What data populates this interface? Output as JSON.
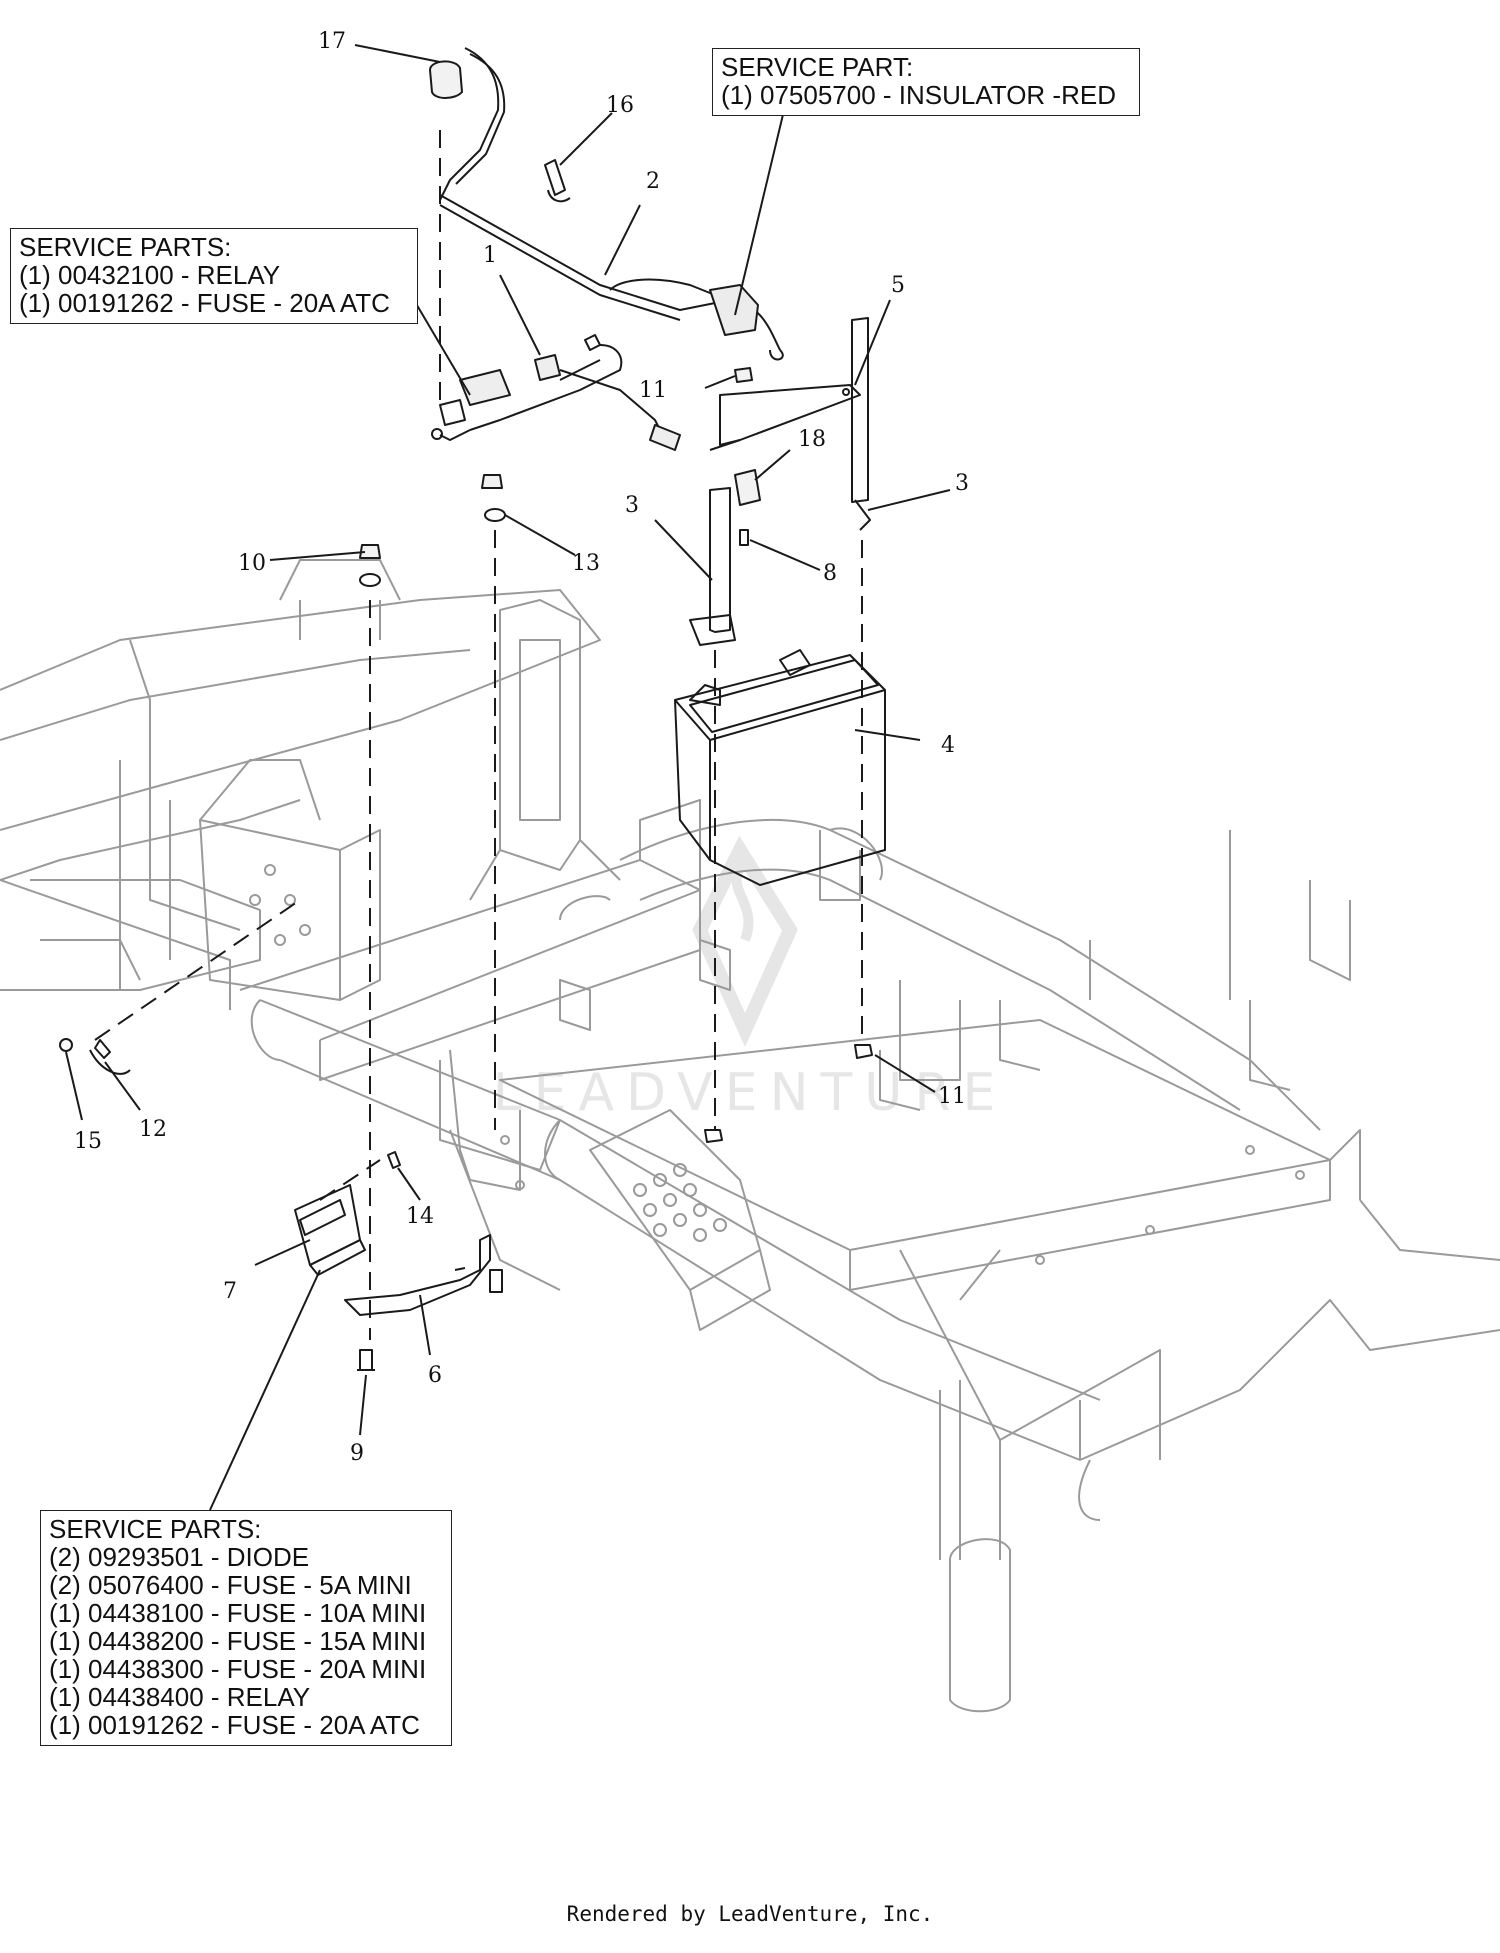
{
  "callouts": {
    "service_part_insulator": [
      "SERVICE PART:",
      "(1) 07505700 - INSULATOR -RED"
    ],
    "service_parts_relay": [
      "SERVICE PARTS:",
      "(1) 00432100 - RELAY",
      "(1) 00191262 - FUSE - 20A ATC"
    ],
    "service_parts_fuse_block": [
      "SERVICE PARTS:",
      "(2) 09293501 - DIODE",
      "(2) 05076400 - FUSE - 5A MINI",
      "(1) 04438100 - FUSE - 10A MINI",
      "(1) 04438200 - FUSE - 15A MINI",
      "(1) 04438300 - FUSE - 20A MINI",
      "(1) 04438400 - RELAY",
      "(1) 00191262 - FUSE - 20A ATC"
    ]
  },
  "part_labels": [
    "17",
    "16",
    "2",
    "1",
    "5",
    "11",
    "18",
    "3",
    "3",
    "8",
    "10",
    "13",
    "4",
    "11",
    "15",
    "12",
    "14",
    "7",
    "6",
    "9"
  ],
  "watermark": "LEADVENTURE",
  "footer": "Rendered by LeadVenture, Inc.",
  "colors": {
    "frame": "#9a9a9a",
    "parts": "#1a1a1a",
    "watermark": "#e6e6e6"
  }
}
